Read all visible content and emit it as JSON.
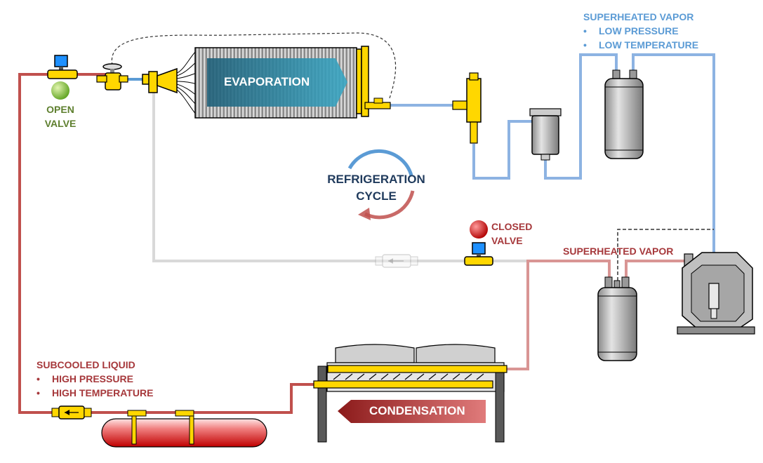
{
  "labels": {
    "vapor_low": {
      "title": "SUPERHEATED VAPOR",
      "items": [
        "LOW PRESSURE",
        "LOW TEMPERATURE"
      ]
    },
    "open_valve": [
      "OPEN",
      "VALVE"
    ],
    "closed_valve": [
      "CLOSED",
      "VALVE"
    ],
    "evaporation": "EVAPORATION",
    "cycle": [
      "REFRIGERATION",
      "CYCLE"
    ],
    "vapor_high": "SUPERHEATED VAPOR",
    "liquid": {
      "title": "SUBCOOLED LIQUID",
      "items": [
        "HIGH PRESSURE",
        "HIGH TEMPERATURE"
      ]
    },
    "condensation": "CONDENSATION"
  },
  "colors": {
    "high_pressure_line": "#c0504d",
    "low_pressure_line": "#8db3e2",
    "bypass_line": "#d9d9d9",
    "discharge_line": "#d99594",
    "fitting": "#ffd700",
    "open_indicator": "#8cc63f",
    "closed_indicator": "#d7262b",
    "solenoid": "#1e90ff"
  }
}
